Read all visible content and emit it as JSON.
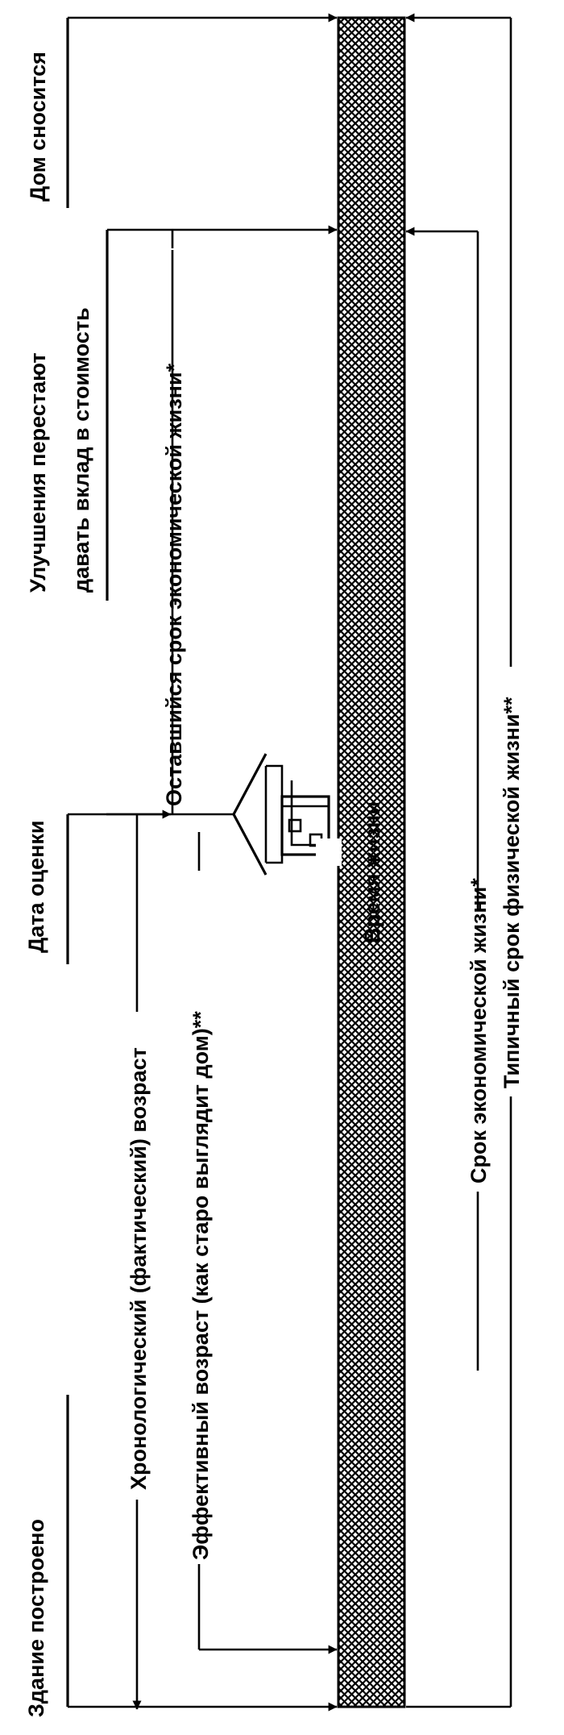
{
  "labels": {
    "building_built": "Здание построено",
    "valuation_date": "Дата оценки",
    "improvements_line1": "Улучшения перестают",
    "improvements_line2": "давать вклад в стоимость",
    "house_demolished": "Дом сносится",
    "chronological_age": "Хронологический (фактический) возраст",
    "effective_age": "Эффективный возраст (как старо выглядит дом)**",
    "remaining_life": "Оставшийся срок экономической жизни*",
    "lifetime": "Время жизни",
    "economic_life": "Срок экономической жизни*",
    "physical_life": "Типичный срок физической жизни**"
  },
  "colors": {
    "ink": "#000000",
    "paper": "#ffffff"
  }
}
